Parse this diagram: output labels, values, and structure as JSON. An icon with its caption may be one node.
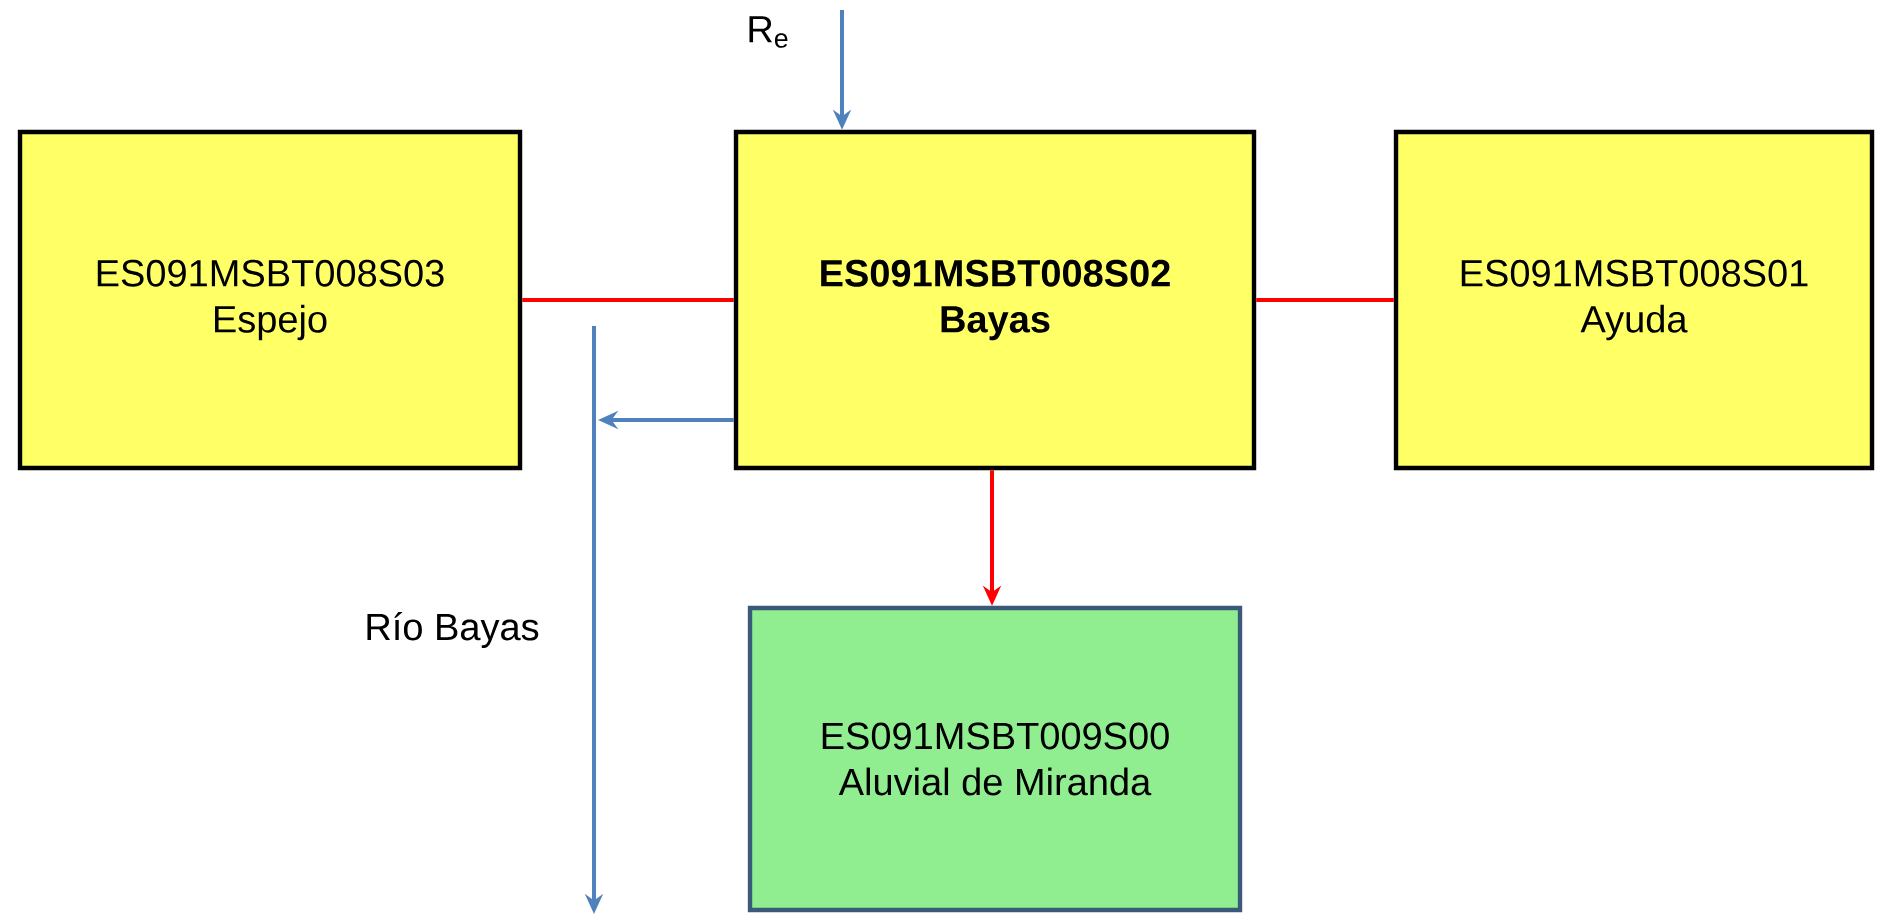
{
  "diagram": {
    "nodes": [
      {
        "text": [
          "ES091MSBT008S03",
          "Espejo"
        ]
      },
      {
        "text": [
          "ES091MSBT008S02",
          "Bayas"
        ]
      },
      {
        "text": [
          "ES091MSBT008S01",
          "Ayuda"
        ]
      },
      {
        "text": [
          "ES091MSBT009S00",
          "Aluvial de Miranda"
        ]
      }
    ],
    "edges": [
      {
        "from": 0,
        "to": 1,
        "arrow": "none"
      },
      {
        "from": 1,
        "to": 2,
        "arrow": "none"
      },
      {
        "from": 1,
        "to": 3,
        "arrow": "to"
      },
      {
        "from": null,
        "to": 1,
        "arrow": "to",
        "color": "#4f81bd"
      },
      {
        "from": 1,
        "to": null,
        "arrow": "to",
        "color": "#4f81bd"
      }
    ],
    "labels": [
      "R$_{e}$",
      "Río Bayas"
    ]
  }
}
